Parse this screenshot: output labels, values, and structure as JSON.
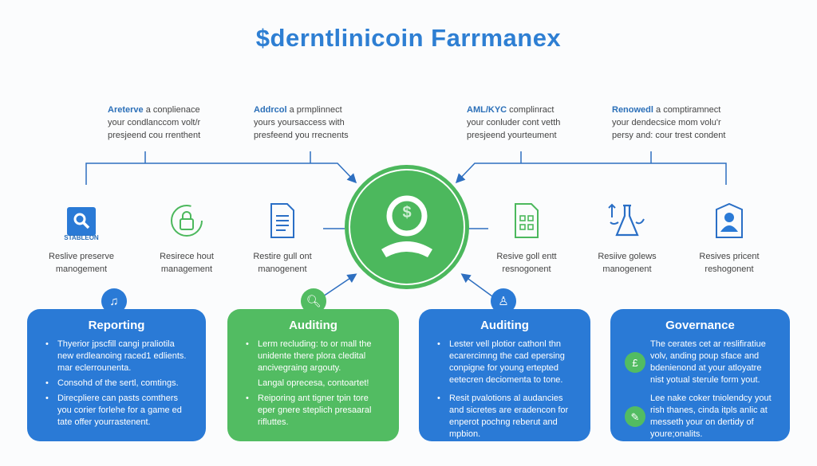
{
  "title": "$derntlinicoin Farrmanex",
  "center": {
    "symbol": "$"
  },
  "callouts": [
    {
      "lead": "Areterve",
      "rest": "a conplienace",
      "line2": "your condlanccom volt/r",
      "line3": "presjeend cou rrenthent"
    },
    {
      "lead": "Addrcol",
      "rest": "a prmplinnect",
      "line2": "yours yoursaccess with",
      "line3": "presfeend you rrecnents"
    },
    {
      "lead": "AML/KYC",
      "rest": "complinract",
      "line2": "your conluder cont vetth",
      "line3": "presjeend yourteument"
    },
    {
      "lead": "Renowedl",
      "rest": "a comptiramnect",
      "line2": "your dendecsice mom volu'r",
      "line3": "persy and: cour trest condent"
    }
  ],
  "icons": [
    {
      "icon": "search-icon",
      "caption": "STABLEON",
      "line1": "Reslive preserve",
      "line2": "manogement"
    },
    {
      "icon": "lock-refresh-icon",
      "line1": "Resirece hout",
      "line2": "management"
    },
    {
      "icon": "document-icon",
      "line1": "Restire gull ont",
      "line2": "manogenent"
    },
    {
      "icon": "grid-document-icon",
      "line1": "Resive goll entt",
      "line2": "resnogonent"
    },
    {
      "icon": "flask-icon",
      "line1": "Resiive golews",
      "line2": "manogenent"
    },
    {
      "icon": "user-badge-icon",
      "line1": "Resives pricent",
      "line2": "reshogonent"
    }
  ],
  "cards": [
    {
      "title": "Reporting",
      "badge_icon": "music-note-icon",
      "items": [
        "Thyerior jpscfill cangi praliotila new erdleanoing raced1 edlients. mar eclerrounenta.",
        "Consohd of the sertl, comtings.",
        "Direcpliere can pasts comthers you corier forlehe for a game ed tate offer yourrastenent."
      ]
    },
    {
      "title": "Auditing",
      "badge_icon": "magnifier-icon",
      "items": [
        "Lerm recluding: to or mall the unidente there plora cledital ancivegraing argouty.",
        "Langal oprecesa, contoartet!",
        "Reiporing ant tigner tpin tore eper gnere steplich presaaral rifluttes."
      ]
    },
    {
      "title": "Auditing",
      "badge_icon": "person-icon",
      "items": [
        "Lester vell plotior cathonl thn ecarercimng the cad epersing conpigne for young ertepted eetecren deciomenta to tone.",
        "Resit pvalotions al audancies and sicretes are eradencon for enperot pochng reberut and mpbion."
      ]
    },
    {
      "title": "Governance",
      "items": [
        {
          "icon": "bank-icon",
          "text": "The cerates cet ar reslifiratiue volv, anding poup sface and bdenienond at your atloyatre nist yotual sterule form yout."
        },
        {
          "icon": "tag-icon",
          "text": "Lee nake coker tniolendcy yout rish thanes, cinda itpls anlic at messeth your on dertidy of youre;onalits."
        }
      ]
    }
  ]
}
